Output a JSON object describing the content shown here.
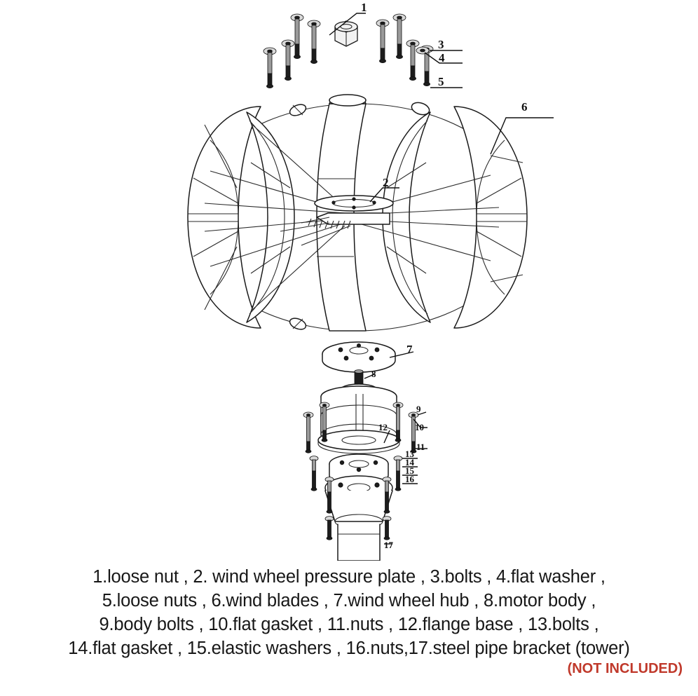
{
  "diagram": {
    "title_alt": "exploded view of vertical axis wind turbine assembly",
    "background_color": "#ffffff",
    "line_color": "#1a1a1a",
    "callouts": [
      {
        "id": "1",
        "label": "1",
        "points_to": "loose nut"
      },
      {
        "id": "2",
        "label": "2",
        "points_to": "wind wheel pressure plate"
      },
      {
        "id": "3",
        "label": "3",
        "points_to": "bolts"
      },
      {
        "id": "4",
        "label": "4",
        "points_to": "flat washer"
      },
      {
        "id": "5",
        "label": "5",
        "points_to": "loose nuts"
      },
      {
        "id": "6",
        "label": "6",
        "points_to": "wind blades"
      },
      {
        "id": "7",
        "label": "7",
        "points_to": "wind wheel hub"
      },
      {
        "id": "8",
        "label": "8",
        "points_to": "motor body"
      },
      {
        "id": "9",
        "label": "9",
        "points_to": "body bolts"
      },
      {
        "id": "10",
        "label": "10",
        "points_to": "flat gasket"
      },
      {
        "id": "11",
        "label": "11",
        "points_to": "nuts"
      },
      {
        "id": "12",
        "label": "12",
        "points_to": "flange base"
      },
      {
        "id": "13",
        "label": "13",
        "points_to": "bolts"
      },
      {
        "id": "14",
        "label": "14",
        "points_to": "flat gasket"
      },
      {
        "id": "15",
        "label": "15",
        "points_to": "elastic washers"
      },
      {
        "id": "16",
        "label": "16",
        "points_to": "nuts"
      },
      {
        "id": "17",
        "label": "17",
        "points_to": "steel pipe bracket (tower)"
      }
    ]
  },
  "caption": {
    "lines": [
      "1.loose nut , 2. wind wheel pressure plate , 3.bolts , 4.flat washer ,",
      "5.loose nuts , 6.wind blades , 7.wind wheel hub , 8.motor body ,",
      "9.body bolts , 10.flat gasket , 11.nuts , 12.flange base , 13.bolts ,",
      "14.flat gasket , 15.elastic washers , 16.nuts,17.steel pipe bracket (tower)"
    ],
    "not_included": "(NOT INCLUDED)",
    "not_included_color": "#c0392b"
  }
}
